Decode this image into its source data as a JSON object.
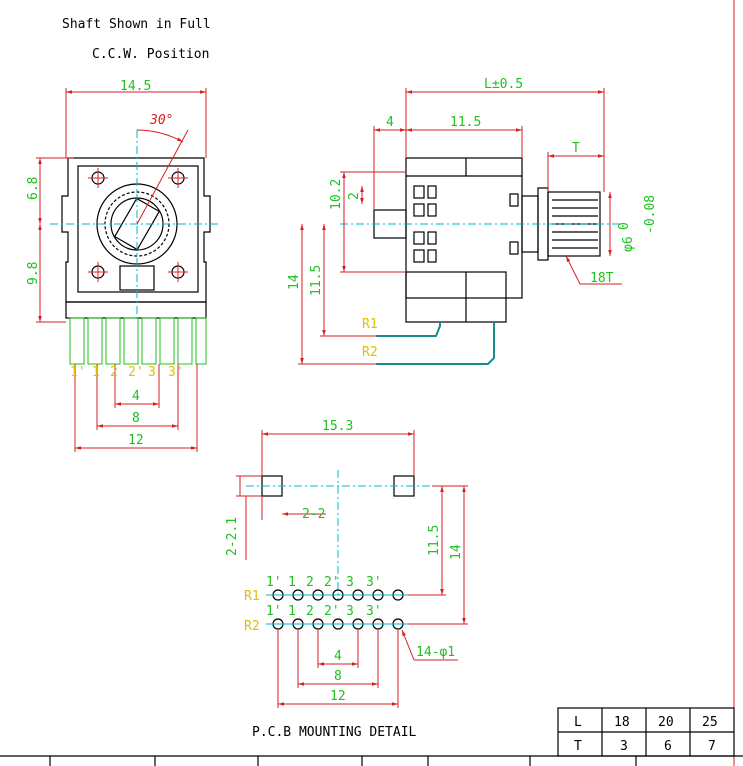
{
  "notes": {
    "line1": "Shaft Shown in Full",
    "line2": "C.C.W. Position"
  },
  "front": {
    "width": "14.5",
    "angle": "30°",
    "upper": "6.8",
    "lower": "9.8",
    "pin_labels": [
      "1'",
      "1",
      "2",
      "2'",
      "3",
      "3'"
    ],
    "dim_4": "4",
    "dim_8": "8",
    "dim_12": "12"
  },
  "side": {
    "length": "L±0.5",
    "dim_4": "4",
    "dim_11_5_top": "11.5",
    "t": "T",
    "dim_10_2": "10.2",
    "dim_2": "2",
    "dim_11_5": "11.5",
    "dim_14": "14",
    "shaft_dia": "φ6",
    "shaft_tol_upper": "0",
    "shaft_tol_lower": "-0.08",
    "teeth": "18T",
    "r1": "R1",
    "r2": "R2"
  },
  "pcb": {
    "width": "15.3",
    "hole": "2-2",
    "slot": "2-2.1",
    "dim_11_5": "11.5",
    "dim_14": "14",
    "r1": "R1",
    "r2": "R2",
    "row_labels": [
      "1'",
      "1",
      "2",
      "2'",
      "3",
      "3'"
    ],
    "dim_4": "4",
    "dim_8": "8",
    "dim_12": "12",
    "holes": "14-φ1",
    "title": "P.C.B MOUNTING DETAIL"
  },
  "table": {
    "row_l": [
      "L",
      "18",
      "20",
      "25"
    ],
    "row_t": [
      "T",
      "3",
      "6",
      "7"
    ]
  },
  "colors": {
    "dimension": "#d62020",
    "label": "#1fc21f",
    "centerline": "#00b8c8",
    "outline": "#000000",
    "terminal": "#e0c000"
  }
}
